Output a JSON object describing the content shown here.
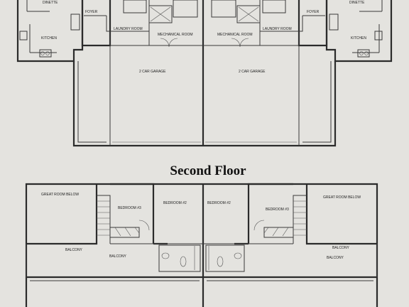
{
  "heading": "Second Floor",
  "first_floor": {
    "left": {
      "dinette": "DINETTE",
      "kitchen": "KITCHEN",
      "foyer": "FOYER",
      "laundry": "LAUNDRY ROOM",
      "mechanical": "MECHANICAL ROOM",
      "garage": "2 CAR GARAGE"
    },
    "right": {
      "dinette": "DINETTE",
      "kitchen": "KITCHEN",
      "foyer": "FOYER",
      "laundry": "LAUNDRY ROOM",
      "mechanical": "MECHANICAL ROOM",
      "garage": "2 CAR GARAGE"
    }
  },
  "second_floor": {
    "left": {
      "great_room_below": "GREAT ROOM BELOW",
      "bedroom_3": "BEDROOM #3",
      "bedroom_2": "BEDROOM #2",
      "balcony_upper": "BALCONY",
      "balcony_lower": "BALCONY"
    },
    "right": {
      "great_room_below": "GREAT ROOM BELOW",
      "bedroom_2": "BEDROOM #2",
      "bedroom_3": "BEDROOM #3",
      "balcony_upper": "BALCONY",
      "balcony_lower": "BALCONY"
    }
  }
}
